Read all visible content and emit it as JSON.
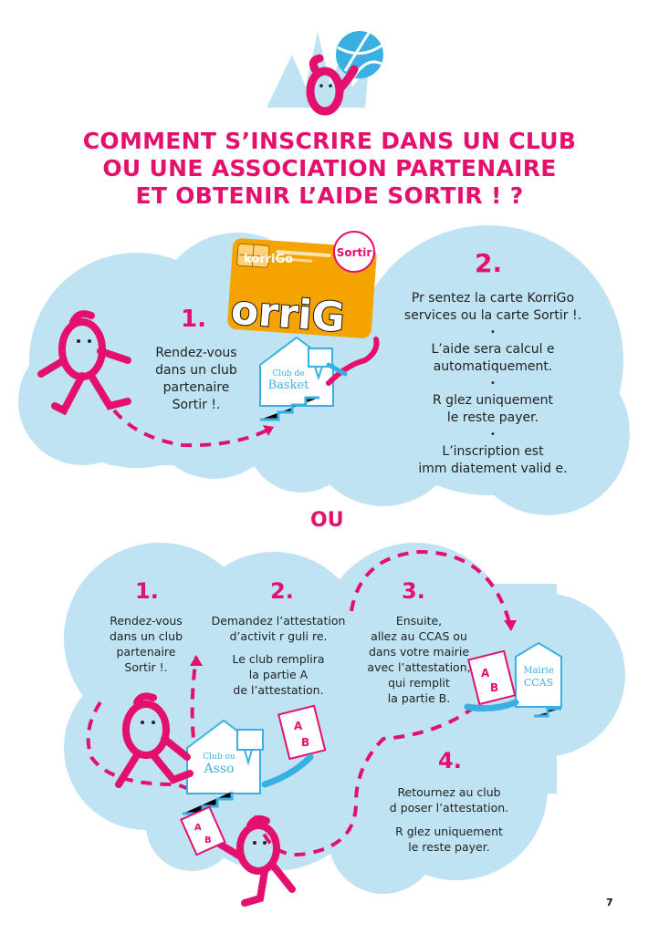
{
  "header": {
    "title_lines": [
      "COMMENT S’INSCRIRE DANS UN CLUB",
      "OU UNE ASSOCIATION PARTENAIRE",
      "ET OBTENIR L’AIDE SORTIR ! ?"
    ]
  },
  "section1": {
    "step1": {
      "number": "1.",
      "lines": [
        "Rendez-vous",
        "dans un club",
        "partenaire",
        "Sortir !."
      ]
    },
    "step2": {
      "number": "2.",
      "para1": [
        "Pr  sentez la carte KorriGo",
        "services ou la carte Sortir !."
      ],
      "para2": [
        "L’aide sera calcul  e",
        "automatiquement."
      ],
      "para3": [
        "R  glez uniquement",
        "le reste    payer."
      ],
      "para4": [
        "L’inscription est",
        "imm  diatement valid  e."
      ],
      "bullet": "•"
    },
    "card": {
      "brand": "korriGo",
      "big_text": "orriG"
    },
    "badge": "Sortir",
    "house_sign": {
      "line1": "Club de",
      "line2": "Basket"
    }
  },
  "separator": "OU",
  "section2": {
    "step1": {
      "number": "1.",
      "lines": [
        "Rendez-vous",
        "dans un club",
        "partenaire",
        "Sortir !."
      ]
    },
    "step2": {
      "number": "2.",
      "para1": [
        "Demandez l’attestation",
        "d’activit    r  guli  re."
      ],
      "para2": [
        "Le club remplira",
        "la partie A",
        "de l’attestation."
      ]
    },
    "step3": {
      "number": "3.",
      "lines": [
        "Ensuite,",
        "allez au CCAS ou",
        "dans votre mairie",
        "avec l’attestation,",
        "qui remplit",
        "la partie B."
      ]
    },
    "step4": {
      "number": "4.",
      "para1": [
        "Retournez au club",
        "d  poser l’attestation."
      ],
      "para2": [
        "R  glez uniquement",
        "le reste    payer."
      ]
    },
    "house_sign": {
      "line1": "Club ou",
      "line2": "Asso"
    },
    "mairie_sign": {
      "line1": "Mairie",
      "line2": "CCAS"
    },
    "doc_labels": {
      "a": "A",
      "b": "B"
    }
  },
  "footer": {
    "page_number": "7"
  },
  "colors": {
    "magenta": "#e3106e",
    "light_blue": "#bfe3f3",
    "mid_blue": "#3ab0e2",
    "card_orange": "#f4a300"
  }
}
